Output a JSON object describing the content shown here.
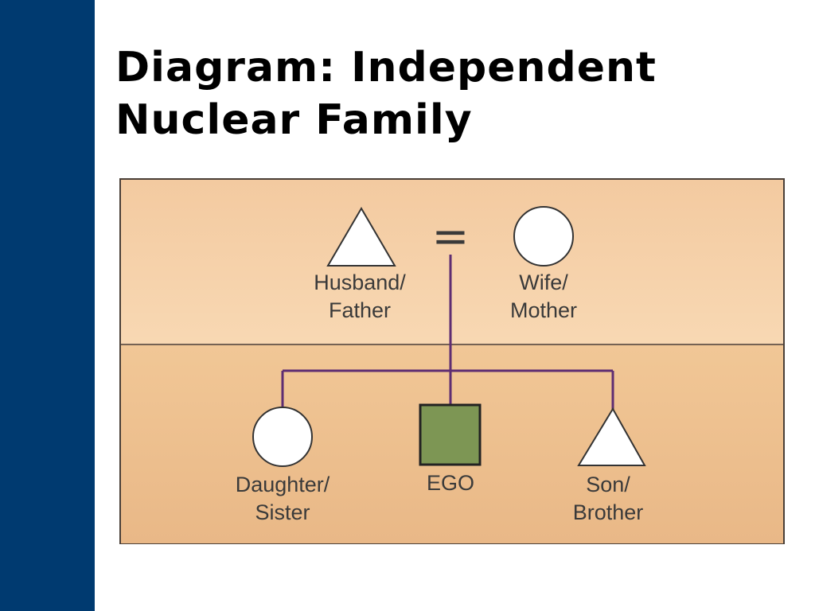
{
  "slide": {
    "title_line1": "Diagram: Independent",
    "title_line2": "Nuclear Family"
  },
  "colors": {
    "sidebar": "#003a70",
    "panel_top": "#f6cfa4",
    "panel_bottom": "#efc08f",
    "connector": "#5e2d72",
    "ego_fill": "#7d9654"
  },
  "diagram": {
    "marriage_symbol": "=",
    "nodes": [
      {
        "id": "father",
        "shape": "triangle",
        "label_line1": "Husband/",
        "label_line2": "Father"
      },
      {
        "id": "mother",
        "shape": "circle",
        "label_line1": "Wife/",
        "label_line2": "Mother"
      },
      {
        "id": "daughter",
        "shape": "circle",
        "label_line1": "Daughter/",
        "label_line2": "Sister"
      },
      {
        "id": "ego",
        "shape": "square",
        "label_line1": "EGO",
        "label_line2": ""
      },
      {
        "id": "son",
        "shape": "triangle",
        "label_line1": "Son/",
        "label_line2": "Brother"
      }
    ]
  }
}
